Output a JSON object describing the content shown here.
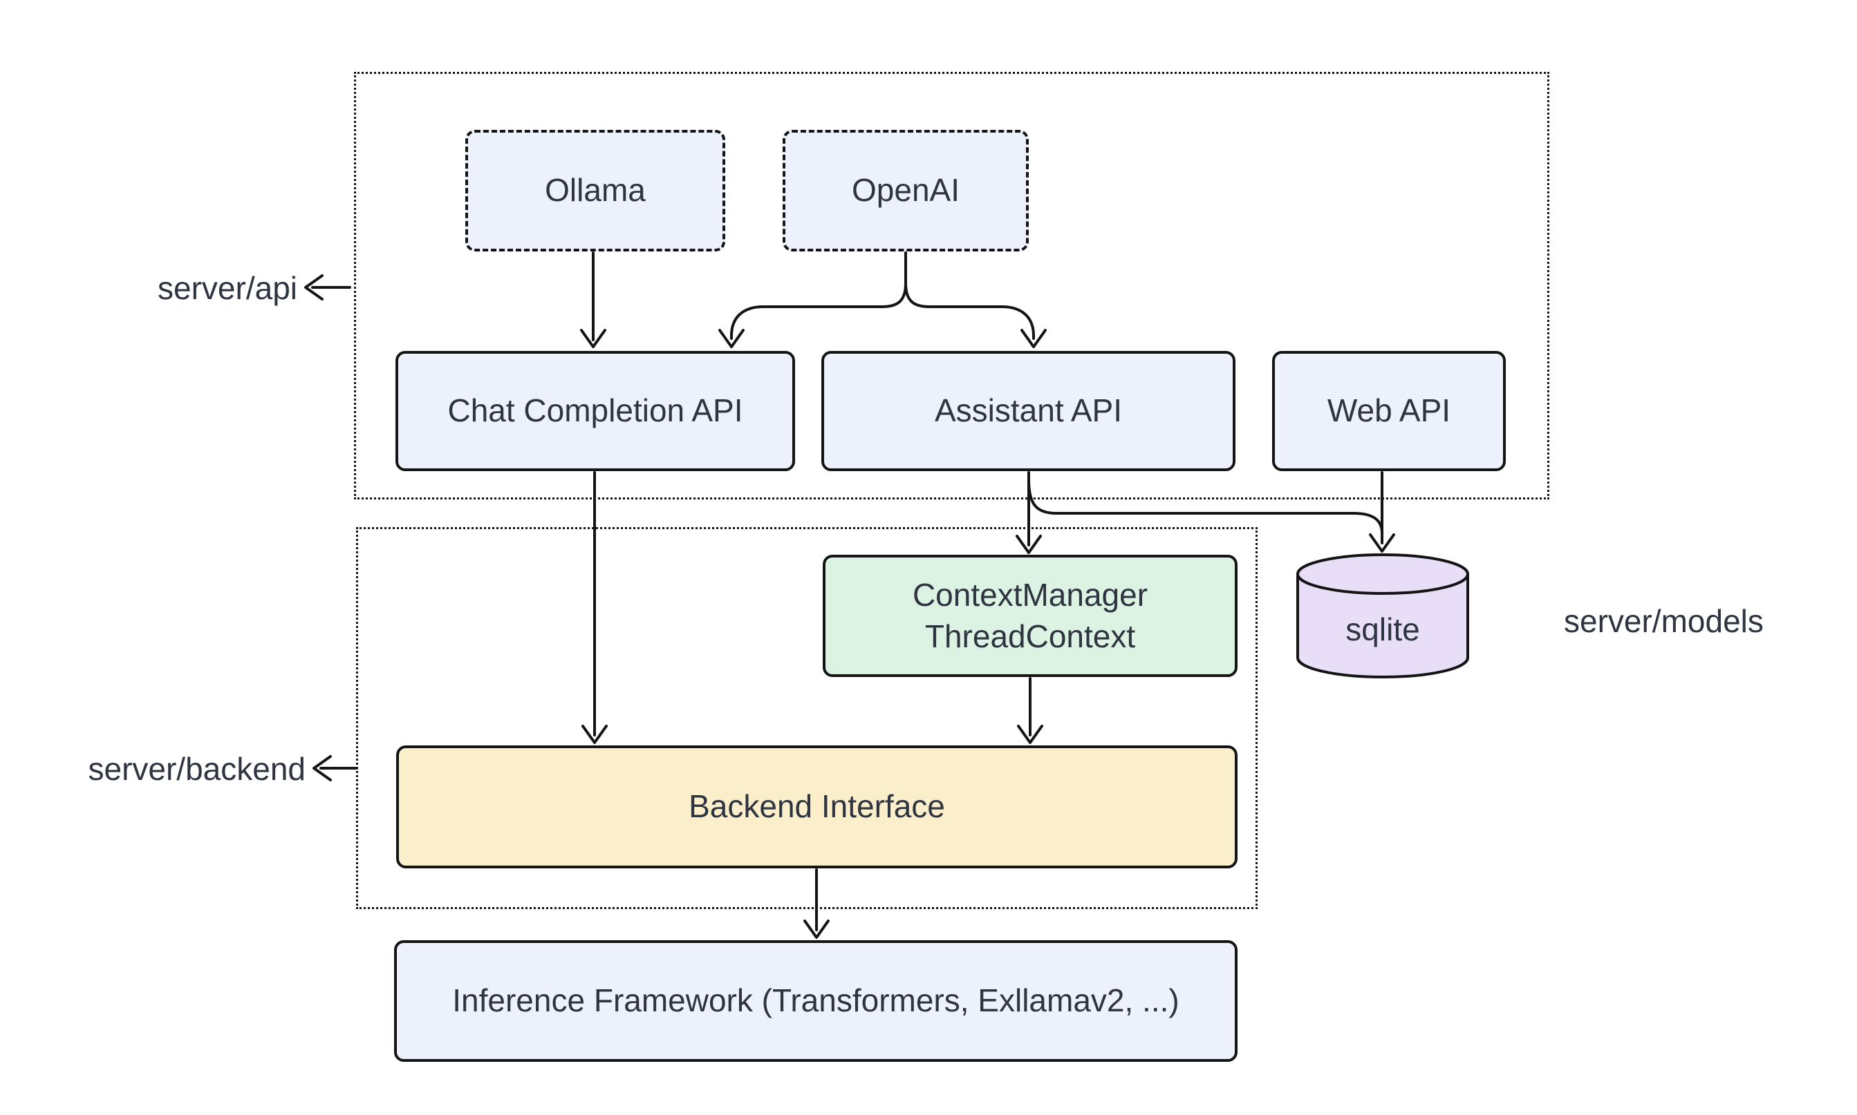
{
  "canvas": {
    "background": "#ffffff"
  },
  "colors": {
    "node_blue_fill": "#edf1fb",
    "node_green_fill": "#dcf2e2",
    "node_yellow_fill": "#fbeecb",
    "cylinder_purple_fill": "#e9def8",
    "line_stroke": "#141414",
    "text": "#2e3440"
  },
  "containers": {
    "api": {
      "label": "server/api"
    },
    "backend": {
      "label": "server/backend"
    }
  },
  "nodes": {
    "ollama": {
      "label": "Ollama"
    },
    "openai": {
      "label": "OpenAI"
    },
    "chat_completion": {
      "label": "Chat Completion API"
    },
    "assistant_api": {
      "label": "Assistant API"
    },
    "web_api": {
      "label": "Web API"
    },
    "context_manager": {
      "line1": "ContextManager",
      "line2": "ThreadContext"
    },
    "sqlite": {
      "label": "sqlite"
    },
    "backend_interface": {
      "label": "Backend Interface"
    },
    "inference_framework": {
      "label": "Inference Framework (Transformers, Exllamav2, ...)"
    }
  },
  "annotations": {
    "models_label": "server/models"
  },
  "edges": [
    {
      "from": "Ollama",
      "to": "Chat Completion API"
    },
    {
      "from": "OpenAI",
      "to": "Chat Completion API"
    },
    {
      "from": "OpenAI",
      "to": "Assistant API"
    },
    {
      "from": "Chat Completion API",
      "to": "Backend Interface"
    },
    {
      "from": "Assistant API",
      "to": "ContextManager ThreadContext"
    },
    {
      "from": "Assistant API",
      "to": "sqlite"
    },
    {
      "from": "Web API",
      "to": "sqlite"
    },
    {
      "from": "ContextManager ThreadContext",
      "to": "Backend Interface"
    },
    {
      "from": "Backend Interface",
      "to": "Inference Framework (Transformers, Exllamav2, ...)"
    }
  ]
}
